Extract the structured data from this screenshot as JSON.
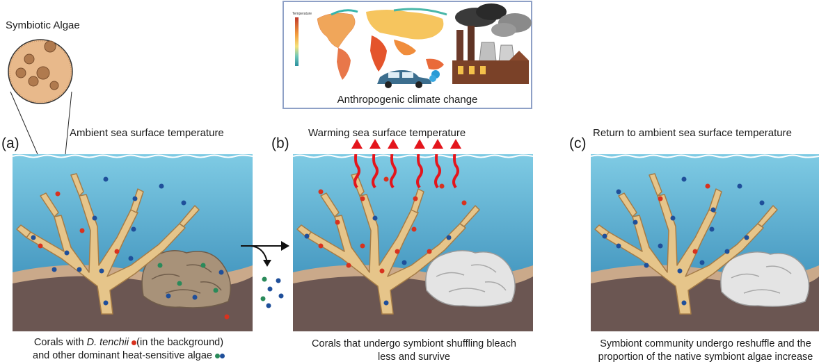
{
  "inset": {
    "title": "Symbiotic Algae"
  },
  "climate": {
    "caption": "Anthropogenic climate change",
    "legend_title": "Temperature"
  },
  "panels": [
    {
      "letter": "(a)",
      "heading": "Ambient sea surface temperature"
    },
    {
      "letter": "(b)",
      "heading": "Warming sea surface temperature"
    },
    {
      "letter": "(c)",
      "heading": "Return to ambient sea surface temperature"
    }
  ],
  "captions": {
    "a_line1_prefix": "Corals with ",
    "a_line1_italic": "D. tenchii",
    "a_line1_suffix": "(in the background)",
    "a_line2": "and other dominant heat-sensitive algae",
    "b_line1": "Corals that undergo symbiont shuffling bleach",
    "b_line2": "less and survive",
    "c_line1": "Symbiont community undergo reshuffle and the",
    "c_line2": "proportion of the native symbiont algae increase"
  },
  "colors": {
    "water_top": "#6ec3df",
    "water_bottom": "#2f86b4",
    "sediment": "#6b5652",
    "sand": "#caa98a",
    "coral_branch": "#e6c58a",
    "coral_outline": "#a57c47",
    "coral_bleached": "#e4e4e4",
    "coral_brown": "#a89279",
    "dtenchii_dot": "#d8321f",
    "heat_sensitive_dot_green": "#2a8a5a",
    "heat_sensitive_dot_blue": "#1f4f9a",
    "heat_arrow": "#e4151c",
    "box_border": "#8ea0c6"
  }
}
